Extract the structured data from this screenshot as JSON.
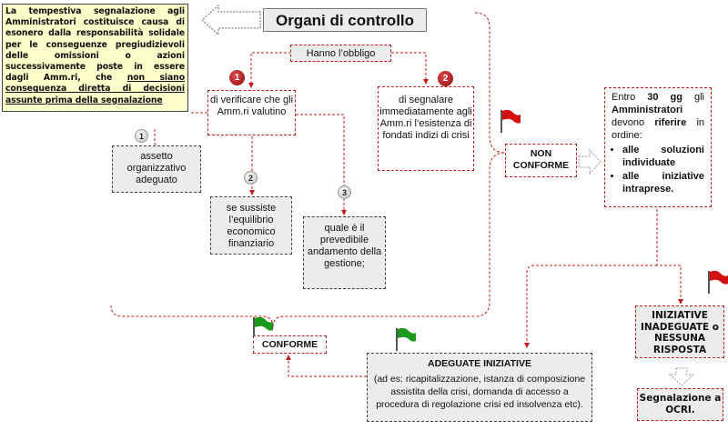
{
  "note": {
    "part1": "La tempestiva segnalazione agli Amministratori costituisce causa di esonero dalla responsabilità solidale per le conseguenze pregiudizievoli delle omissioni o azioni successivamente poste in essere dagli Amm.ri, che ",
    "underlined": "non siano conseguenza diretta di decisioni assunte prima della segnalazione"
  },
  "title": "Organi di controllo",
  "obligation": "Hanno l’obbligo",
  "badges": {
    "red1": "1",
    "red2": "2",
    "gray1": "1",
    "gray2": "2",
    "gray3": "3"
  },
  "verify": "di verificare che gli Amm.ri valutino",
  "report": "di segnalare immediatamente agli Amm.ri l’esistenza di fondati indizi di crisi",
  "item1": "assetto organizzativo adeguato",
  "item2": "se sussiste l’equilibrio economico finanziario",
  "item3": "quale è il prevedibile andamento della gestione;",
  "non_conforme": "NON CONFORME",
  "entro": {
    "w1": "Entro",
    "w2": "30 gg",
    "w3": "gli",
    "w4": "Amministratori",
    "w5": "devono",
    "w6": "riferire",
    "w7": "in ordine:",
    "bullet1": "alle soluzioni individuate",
    "bullet2": "alle iniziative intraprese."
  },
  "conforme": "CONFORME",
  "adeguate": {
    "title": "ADEGUATE INIZIATIVE",
    "body": "(ad es: ricapitalizzazione, istanza di composizione assistita della crisi, domanda di accesso a procedura di regolazione crisi ed insolvenza etc)."
  },
  "inadeguate": "INIZIATIVE INADEGUATE o NESSUNA RISPOSTA",
  "segnalazione": "Segnalazione a OCRI.",
  "colors": {
    "dash_red": "#c41d1d",
    "flag_red": "#d40f0f",
    "flag_green": "#1a9a1a",
    "box_gray": "#ececec",
    "note_yellow": "#ffffcc"
  },
  "icons": [
    "left-arrow-icon",
    "right-arrow-icon",
    "down-arrow-icon",
    "red-flag-icon",
    "green-flag-icon",
    "brace-icon"
  ]
}
